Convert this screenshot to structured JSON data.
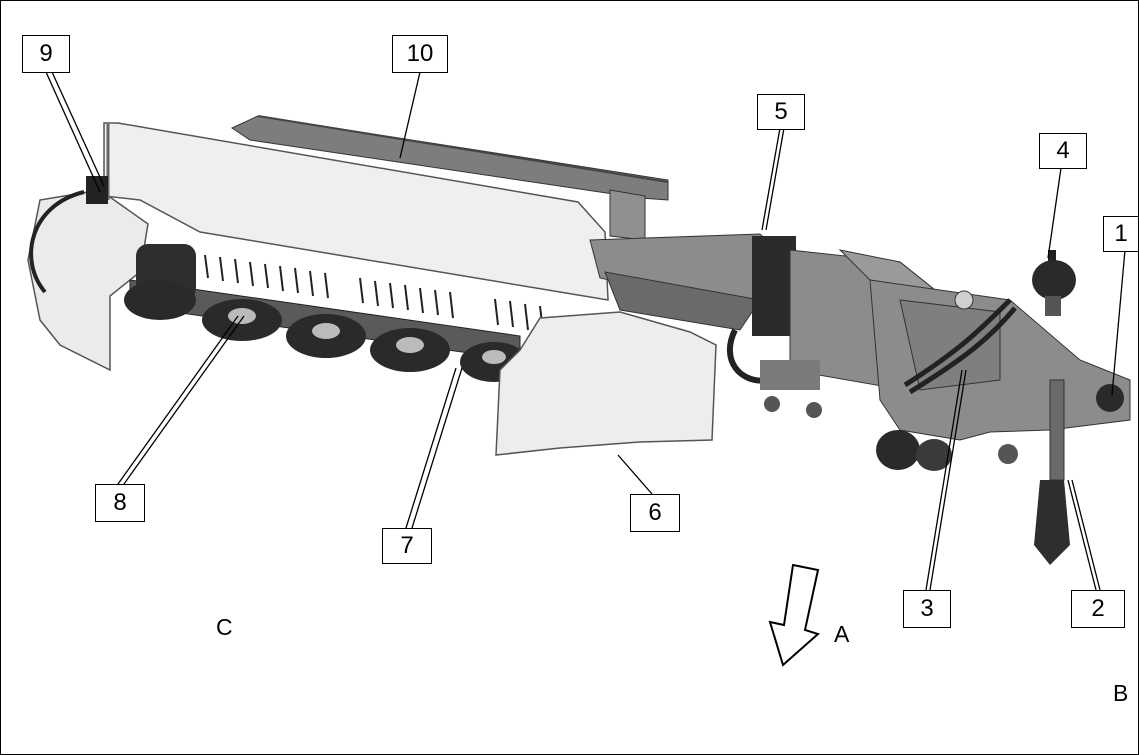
{
  "diagram": {
    "callouts": [
      "1",
      "2",
      "3",
      "4",
      "5",
      "6",
      "7",
      "8",
      "9",
      "10"
    ],
    "view_labels": {
      "a": "A",
      "b": "B",
      "c": "C"
    }
  },
  "colors": {
    "machine_body": "#8c8c8c",
    "machine_dark": "#3a3a3a",
    "guard_cloth": "#efefef",
    "line": "#000000"
  }
}
